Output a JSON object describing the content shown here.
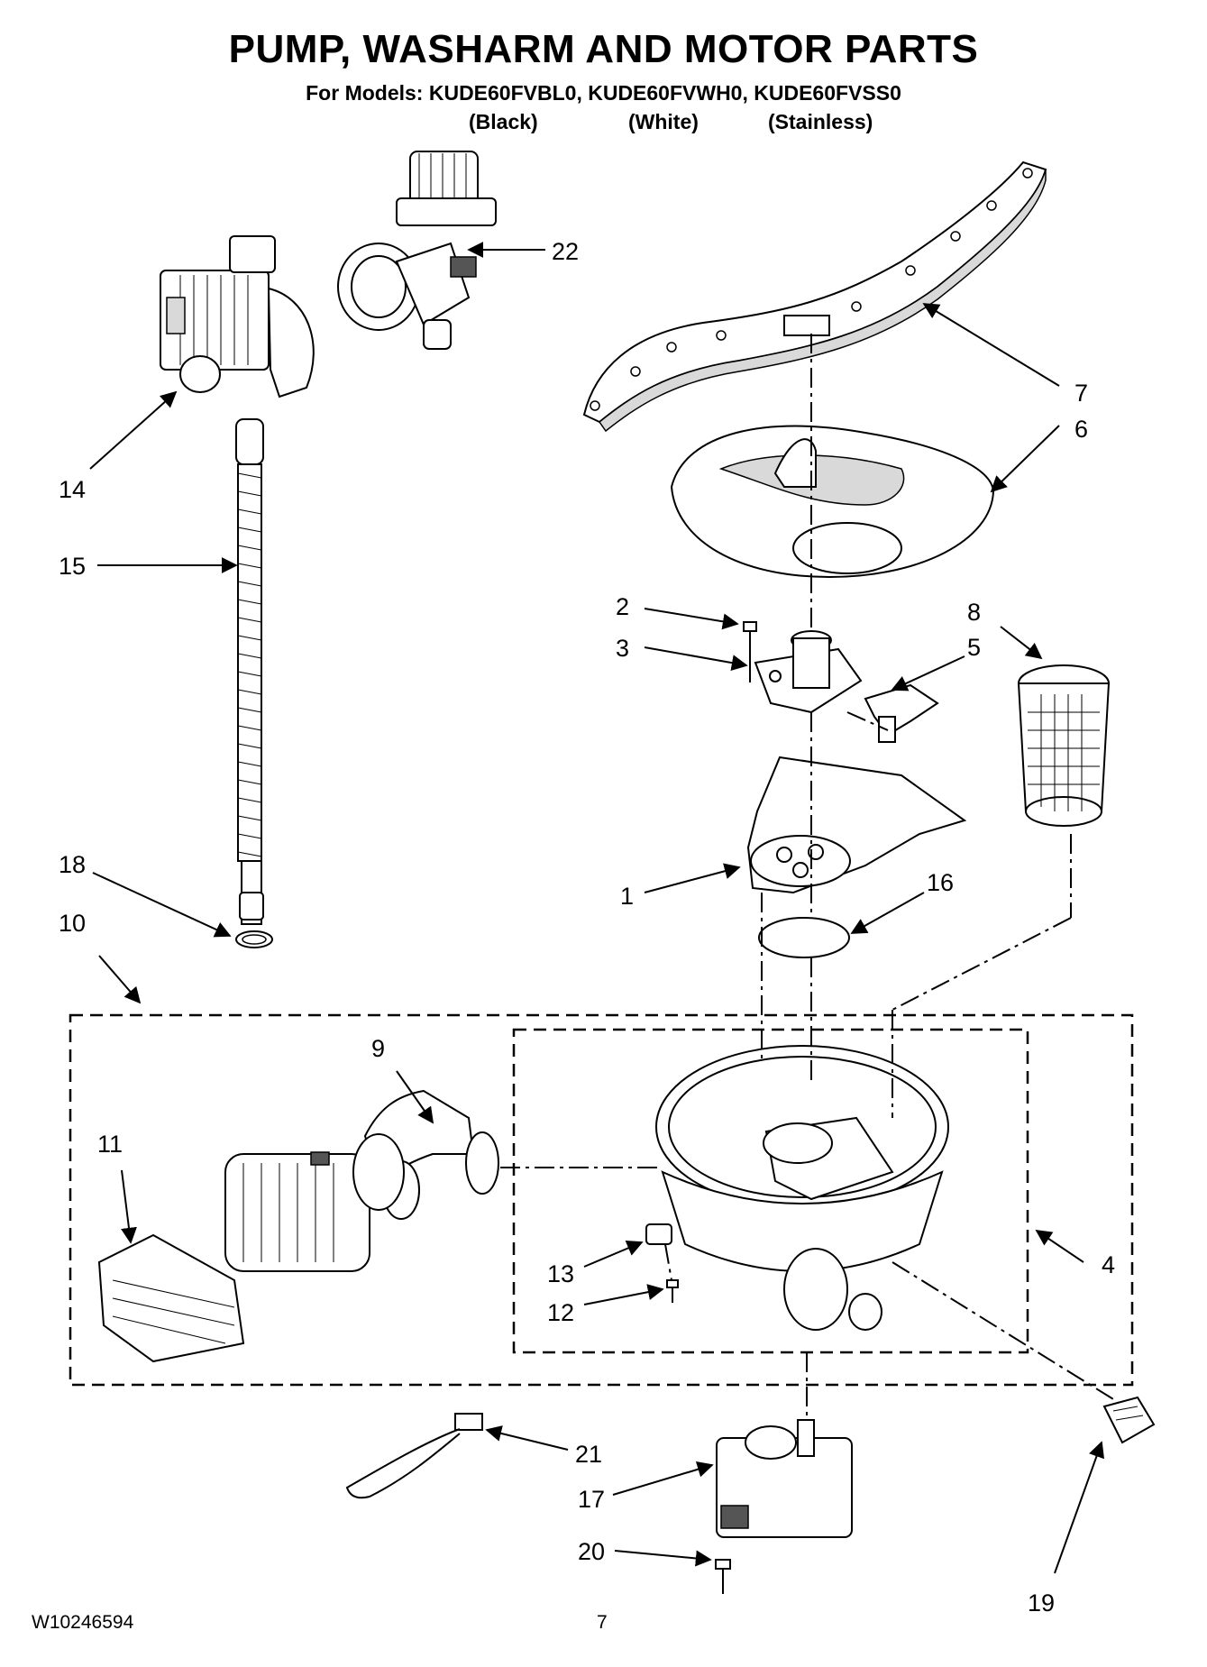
{
  "header": {
    "title": "PUMP, WASHARM AND MOTOR PARTS",
    "models_line": "For Models: KUDE60FVBL0, KUDE60FVWH0, KUDE60FVSS0",
    "variants": [
      "(Black)",
      "(White)",
      "(Stainless)"
    ]
  },
  "callouts": [
    "22",
    "7",
    "6",
    "14",
    "15",
    "2",
    "3",
    "5",
    "8",
    "18",
    "10",
    "1",
    "16",
    "9",
    "11",
    "4",
    "13",
    "12",
    "21",
    "17",
    "20",
    "19"
  ],
  "footer": {
    "doc_number": "W10246594",
    "page_number": "7"
  }
}
